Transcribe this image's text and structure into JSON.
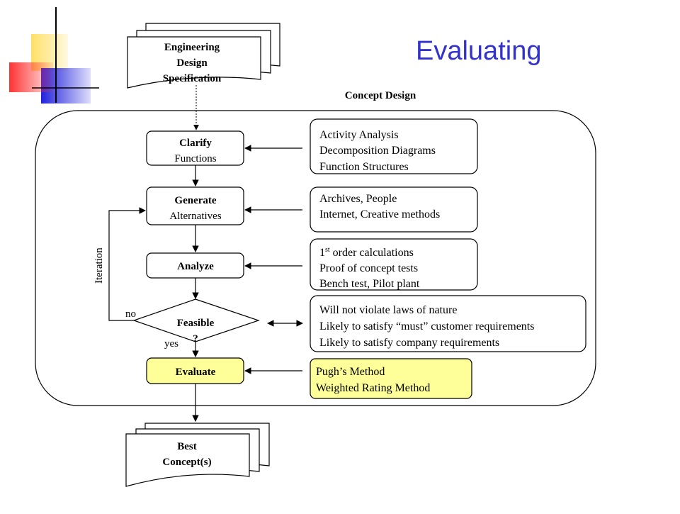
{
  "title": "Evaluating",
  "section_label": "Concept Design",
  "input_doc": {
    "lines": [
      "Engineering",
      "Design",
      "Specification"
    ]
  },
  "output_doc": {
    "lines": [
      "Best",
      "Concept(s)"
    ]
  },
  "steps": {
    "clarify": {
      "line1": "Clarify",
      "line2": "Functions"
    },
    "generate": {
      "line1": "Generate",
      "line2": "Alternatives"
    },
    "analyze": {
      "label": "Analyze"
    },
    "feasible": {
      "line1": "Feasible",
      "line2": "?"
    },
    "evaluate": {
      "label": "Evaluate"
    }
  },
  "loop": {
    "label": "Iteration",
    "no_label": "no",
    "yes_label": "yes"
  },
  "methods": {
    "clarify": [
      "Activity Analysis",
      "Decomposition Diagrams",
      "Function Structures"
    ],
    "generate": [
      "Archives, People",
      "Internet, Creative methods"
    ],
    "analyze": {
      "line1_num": "1",
      "line1_sup": "st",
      "line1_rest": " order calculations",
      "line2": "Proof of concept tests",
      "line3": "Bench test, Pilot plant"
    },
    "feasible": [
      "Will not violate laws of nature",
      "Likely to satisfy “must” customer requirements",
      "Likely to satisfy company requirements"
    ],
    "evaluate": [
      "Pugh’s Method",
      "Weighted Rating Method"
    ]
  },
  "colors": {
    "title": "#3333cc",
    "highlight": "#ffff99",
    "deco_yellow": "#ffe066",
    "deco_red": "#ff3333",
    "deco_blue": "#2222dd"
  }
}
